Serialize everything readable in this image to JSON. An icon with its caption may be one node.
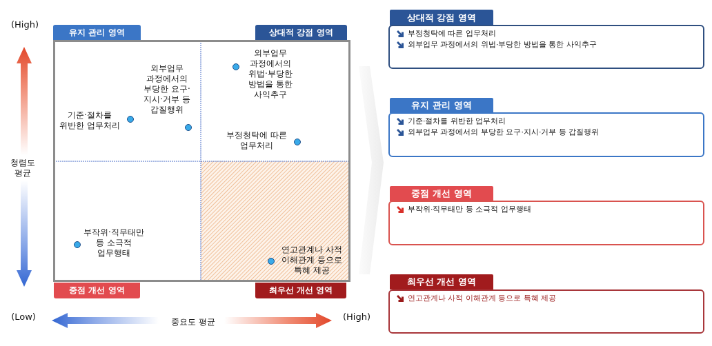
{
  "diagram": {
    "nodes": [
      {
        "text": [
          "유지 관리 영역"
        ]
      },
      {
        "text": [
          "상대적 강점 영역"
        ]
      },
      {
        "text": [
          "중점 개선 영역"
        ]
      },
      {
        "text": [
          "최우선 개선 영역"
        ]
      },
      {
        "text": [
          "상대적 강점 영역"
        ]
      },
      {
        "text": [
          "부정청탁에 따른 업무처리",
          "외부업무 과정에서의 위법·부당한 방법을 통한 사익추구"
        ]
      },
      {
        "text": [
          "유지 관리 영역"
        ]
      },
      {
        "text": [
          "기준·절차를 위반한 업무처리",
          "외부업무 과정에서의 부당한 요구·지시·거부 등 갑질행위"
        ]
      },
      {
        "text": [
          "중점 개선 영역"
        ]
      },
      {
        "text": [
          "부작위·직무태만 등 소극적 업무행태"
        ]
      },
      {
        "text": [
          "최우선 개선 영역"
        ]
      },
      {
        "text": [
          "연고관계나 사적 이해관계 등으로 특혜 제공"
        ]
      }
    ],
    "labels": [
      "(High)",
      "외부업무 과정에서의 위법·부당한 방법을 통한 사익추구",
      "외부업무 과정에서의 부당한 요구·지시·거부 등 갑질행위",
      "기준·절차를 위반한 업무처리",
      "부정청탁에 따른 업무처리",
      "청렴도 평균",
      "부작위·직무태만 등 소극적 업무행태",
      "연고관계나 사적 이해관계 등으로 특혜 제공",
      "(Low)",
      "중요도 평균",
      "(High)"
    ]
  }
}
